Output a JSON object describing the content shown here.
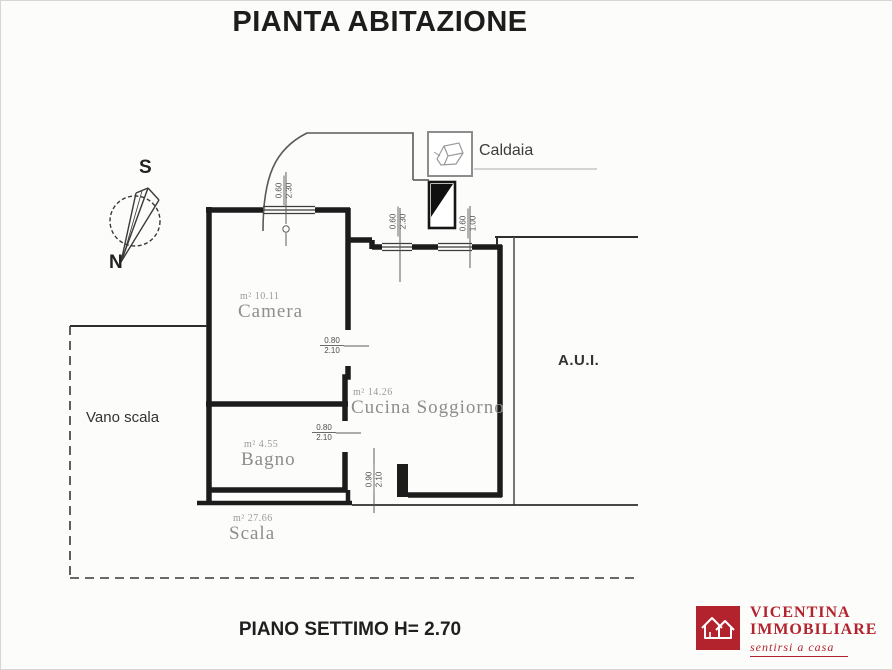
{
  "title": "PIANTA ABITAZIONE",
  "footer": {
    "caption": "PIANO SETTIMO H= 2.70"
  },
  "compass": {
    "south": "S",
    "north": "N"
  },
  "boiler": {
    "label": "Caldaia"
  },
  "rooms": [
    {
      "id": "camera",
      "area": "m² 10.11",
      "name": "Camera"
    },
    {
      "id": "cucina",
      "area": "m² 14.26",
      "name": "Cucina Soggiorno"
    },
    {
      "id": "bagno",
      "area": "m² 4.55",
      "name": "Bagno"
    },
    {
      "id": "scala",
      "area": "m² 27.66",
      "name": "Scala"
    }
  ],
  "zones": {
    "vano_scala": "Vano scala",
    "aui": "A.U.I."
  },
  "dims": {
    "win_camera": {
      "w": "0.60",
      "h": "2.30"
    },
    "win_cucina_left": {
      "w": "0.60",
      "h": "2.30"
    },
    "win_cucina_right": {
      "w": "0.60",
      "h": "1.00"
    },
    "door_camera": {
      "w": "0.80",
      "h": "2.10"
    },
    "door_bagno": {
      "w": "0.80",
      "h": "2.10"
    },
    "door_cucina": {
      "w": "0.90",
      "h": "2.10"
    }
  },
  "logo": {
    "line1": "VICENTINA",
    "line2": "IMMOBILIARE",
    "tagline": "sentirsi a casa",
    "brand_color": "#b2232e"
  },
  "colors": {
    "wall": "#1c1c1c",
    "room_label": "#8d8d8d",
    "background": "#fcfcfa"
  }
}
